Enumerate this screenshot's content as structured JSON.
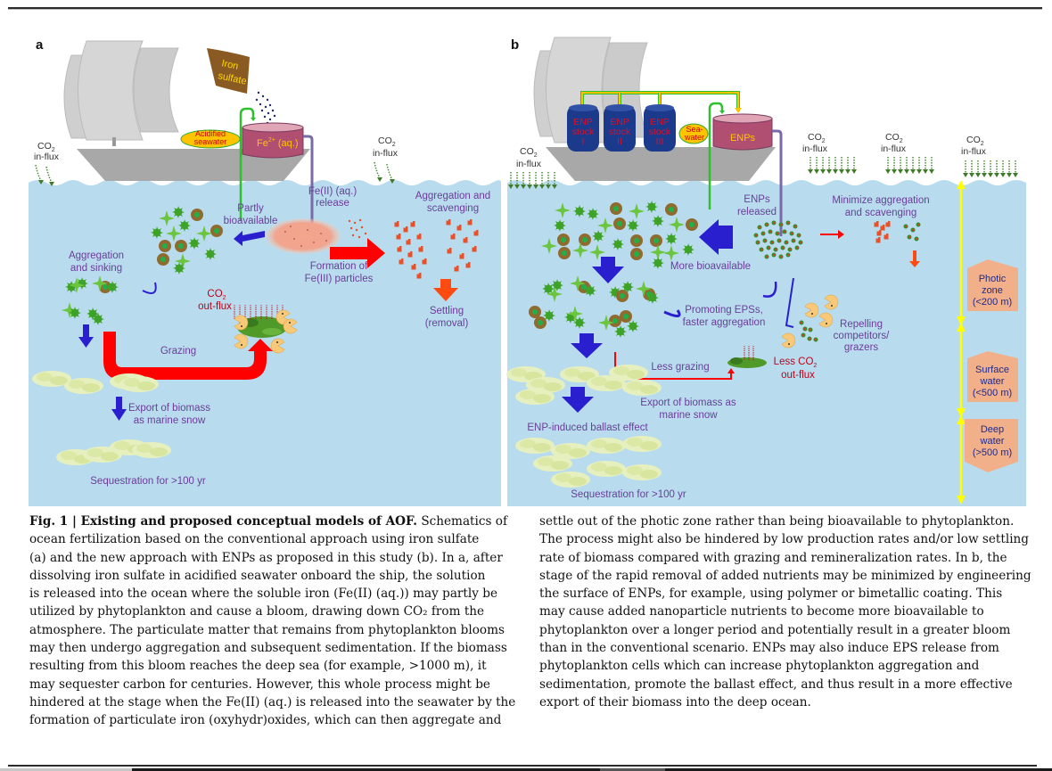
{
  "panels": {
    "a": {
      "letter": "a",
      "iron_sulfate": [
        "Iron",
        "sulfate"
      ],
      "acidified_seawater": [
        "Acidified",
        "seawater"
      ],
      "tank_label": "Fe",
      "tank_sup": "2+",
      "tank_suffix": " (aq.)",
      "co2_influx_left": {
        "co": "CO",
        "sub": "2",
        "flux": "in-flux"
      },
      "co2_influx_right": {
        "co": "CO",
        "sub": "2",
        "flux": "in-flux"
      },
      "fe_release": [
        "Fe(II) (aq.)",
        "release"
      ],
      "partly_bioavailable": [
        "Partly",
        "bioavailable"
      ],
      "aggregation_scavenging": [
        "Aggregation and",
        "scavenging"
      ],
      "formation_particles": [
        "Formation of",
        "Fe(III) particles"
      ],
      "aggregation_sinking": [
        "Aggregation",
        "and sinking"
      ],
      "co2_outflux": {
        "co": "CO",
        "sub": "2",
        "flux": "out-flux"
      },
      "settling": [
        "Settling",
        "(removal)"
      ],
      "grazing": "Grazing",
      "export": [
        "Export of biomass",
        "as marine snow"
      ],
      "sequestration": "Sequestration for >100 yr"
    },
    "b": {
      "letter": "b",
      "stocks": [
        [
          "ENP",
          "stock",
          "I"
        ],
        [
          "ENP",
          "stock",
          "II"
        ],
        [
          "ENP",
          "stock",
          "III"
        ]
      ],
      "seawater": [
        "Sea-",
        "water"
      ],
      "tank_label": "ENPs",
      "co2_influx": [
        {
          "co": "CO",
          "sub": "2",
          "flux": "in-flux"
        },
        {
          "co": "CO",
          "sub": "2",
          "flux": "in-flux"
        },
        {
          "co": "CO",
          "sub": "2",
          "flux": "in-flux"
        },
        {
          "co": "CO",
          "sub": "2",
          "flux": "in-flux"
        }
      ],
      "enps_released": [
        "ENPs",
        "released"
      ],
      "minimize": [
        "Minimize aggregation",
        "and scavenging"
      ],
      "more_bioavailable": "More bioavailable",
      "promoting_eps": [
        "Promoting EPSs,",
        "faster aggregation"
      ],
      "repelling": [
        "Repelling",
        "competitors/",
        "grazers"
      ],
      "less_grazing": "Less grazing",
      "less_co2": {
        "less": "Less CO",
        "sub": "2",
        "flux": "out-flux"
      },
      "export": [
        "Export of biomass as",
        "marine snow"
      ],
      "ballast": "ENP-induced ballast effect",
      "sequestration": "Sequestration for >100 yr",
      "zones": [
        [
          "Photic",
          "zone",
          "(<200 m)"
        ],
        [
          "Surface",
          "water",
          "(<500 m)"
        ],
        [
          "Deep",
          "water",
          "(>500 m)"
        ]
      ]
    }
  },
  "caption": {
    "left_lines": [
      {
        "bold": "Fig. 1 | Existing and proposed conceptual models of AOF.",
        "text": " Schematics of"
      },
      {
        "text": "ocean fertilization based on the conventional approach using iron sulfate"
      },
      {
        "text": "(a) and the new approach with ENPs as proposed in this study (b). In a, after"
      },
      {
        "text": "dissolving iron sulfate in acidified seawater onboard the ship, the solution"
      },
      {
        "text": "is released into the ocean where the soluble iron (Fe(II) (aq.)) may partly be"
      },
      {
        "text": "utilized by phytoplankton and cause a bloom, drawing down CO₂ from the"
      },
      {
        "text": "atmosphere. The particulate matter that remains from phytoplankton blooms"
      },
      {
        "text": "may then undergo aggregation and subsequent sedimentation. If the biomass"
      },
      {
        "text": "resulting from this bloom reaches the deep sea (for example, >1000 m), it"
      },
      {
        "text": "may sequester carbon for centuries. However, this whole process might be"
      },
      {
        "text": "hindered at the stage when the Fe(II) (aq.) is released into the seawater by the"
      },
      {
        "text": "formation of particulate iron (oxyhydr)oxides, which can then aggregate and"
      }
    ],
    "right_lines": [
      {
        "text": "settle out of the photic zone rather than being bioavailable to phytoplankton."
      },
      {
        "text": "The process might also be hindered by low production rates and/or low settling"
      },
      {
        "text": "rate of biomass compared with grazing and remineralization rates. In b, the"
      },
      {
        "text": "stage of the rapid removal of added nutrients may be minimized by engineering"
      },
      {
        "text": "the surface of ENPs, for example, using polymer or bimetallic coating. This"
      },
      {
        "text": "may cause added nanoparticle nutrients to become more bioavailable to"
      },
      {
        "text": "phytoplankton over a longer period and potentially result in a greater bloom"
      },
      {
        "text": "than in the conventional scenario. ENPs may also induce EPS release from"
      },
      {
        "text": "phytoplankton cells which can increase phytoplankton aggregation and"
      },
      {
        "text": "sedimentation, promote the ballast effect, and thus result in a more effective"
      },
      {
        "text": "export of their biomass into the deep ocean."
      }
    ]
  },
  "colors": {
    "ocean": "#b8dced",
    "ship": "#a8a8a8",
    "sail": "#d0d0d0",
    "tank": "#b04f72",
    "arrow_blue": "#2a1fcf",
    "arrow_red": "#ff0000",
    "arrow_orange": "#ff4a12",
    "zone": "#f2b08a",
    "depth_axis": "#ffff00",
    "label_purple": "#6a3d9a"
  }
}
